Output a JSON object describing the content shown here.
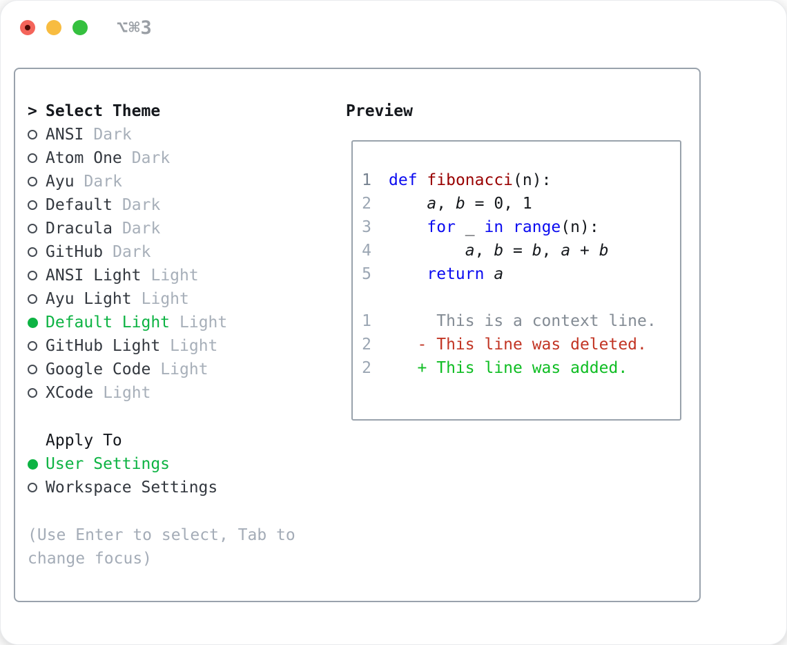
{
  "window": {
    "title": "⌥⌘3",
    "traffic_lights": [
      "close",
      "minimize",
      "zoom"
    ]
  },
  "colors": {
    "accent_green": "#0db343",
    "keyword_blue": "#0b0bf0",
    "function_red": "#990000",
    "diff_deleted_red": "#c23524",
    "diff_added_green": "#0fbd23",
    "context_gray": "#838b94",
    "line_number_gray": "#9ba6b3",
    "muted_variant_gray": "#a7afb9",
    "panel_border_gray": "#99a2ac",
    "traffic_red": "#f4645a",
    "traffic_yellow": "#f8bc40",
    "traffic_green": "#35c03f"
  },
  "sidebar": {
    "header": {
      "prompt": ">",
      "label": "Select Theme"
    },
    "themes": [
      {
        "name": "ANSI",
        "variant": "Dark",
        "selected": false
      },
      {
        "name": "Atom One",
        "variant": "Dark",
        "selected": false
      },
      {
        "name": "Ayu",
        "variant": "Dark",
        "selected": false
      },
      {
        "name": "Default",
        "variant": "Dark",
        "selected": false
      },
      {
        "name": "Dracula",
        "variant": "Dark",
        "selected": false
      },
      {
        "name": "GitHub",
        "variant": "Dark",
        "selected": false
      },
      {
        "name": "ANSI Light",
        "variant": "Light",
        "selected": false
      },
      {
        "name": "Ayu Light",
        "variant": "Light",
        "selected": false
      },
      {
        "name": "Default Light",
        "variant": "Light",
        "selected": true
      },
      {
        "name": "GitHub Light",
        "variant": "Light",
        "selected": false
      },
      {
        "name": "Google Code",
        "variant": "Light",
        "selected": false
      },
      {
        "name": "XCode",
        "variant": "Light",
        "selected": false
      }
    ],
    "apply_to": {
      "label": "Apply To",
      "options": [
        {
          "label": "User Settings",
          "selected": true
        },
        {
          "label": "Workspace Settings",
          "selected": false
        }
      ]
    },
    "hint": "(Use Enter to select, Tab to change focus)"
  },
  "preview": {
    "header": "Preview",
    "code_lines": [
      {
        "num": "1",
        "tokens": [
          {
            "c": "kw",
            "t": "def"
          },
          {
            "c": "p",
            "t": " "
          },
          {
            "c": "fn",
            "t": "fibonacci"
          },
          {
            "c": "p",
            "t": "(n):"
          }
        ]
      },
      {
        "num": "2",
        "tokens": [
          {
            "c": "p",
            "t": "    "
          },
          {
            "c": "v",
            "t": "a"
          },
          {
            "c": "p",
            "t": ", "
          },
          {
            "c": "v",
            "t": "b"
          },
          {
            "c": "p",
            "t": " = 0, 1"
          }
        ]
      },
      {
        "num": "3",
        "tokens": [
          {
            "c": "p",
            "t": "    "
          },
          {
            "c": "kw",
            "t": "for"
          },
          {
            "c": "p",
            "t": " _ "
          },
          {
            "c": "kw",
            "t": "in"
          },
          {
            "c": "p",
            "t": " "
          },
          {
            "c": "kw",
            "t": "range"
          },
          {
            "c": "p",
            "t": "(n):"
          }
        ]
      },
      {
        "num": "4",
        "tokens": [
          {
            "c": "p",
            "t": "        "
          },
          {
            "c": "v",
            "t": "a"
          },
          {
            "c": "p",
            "t": ", "
          },
          {
            "c": "v",
            "t": "b"
          },
          {
            "c": "p",
            "t": " = "
          },
          {
            "c": "v",
            "t": "b"
          },
          {
            "c": "p",
            "t": ", "
          },
          {
            "c": "v",
            "t": "a"
          },
          {
            "c": "p",
            "t": " + "
          },
          {
            "c": "v",
            "t": "b"
          }
        ]
      },
      {
        "num": "5",
        "tokens": [
          {
            "c": "p",
            "t": "    "
          },
          {
            "c": "kw",
            "t": "return"
          },
          {
            "c": "p",
            "t": " "
          },
          {
            "c": "v",
            "t": "a"
          }
        ]
      }
    ],
    "diff_lines": [
      {
        "num": "1",
        "kind": "context",
        "text": "     This is a context line."
      },
      {
        "num": "2",
        "kind": "deleted",
        "text": "   - This line was deleted."
      },
      {
        "num": "2",
        "kind": "added",
        "text": "   + This line was added."
      }
    ]
  }
}
